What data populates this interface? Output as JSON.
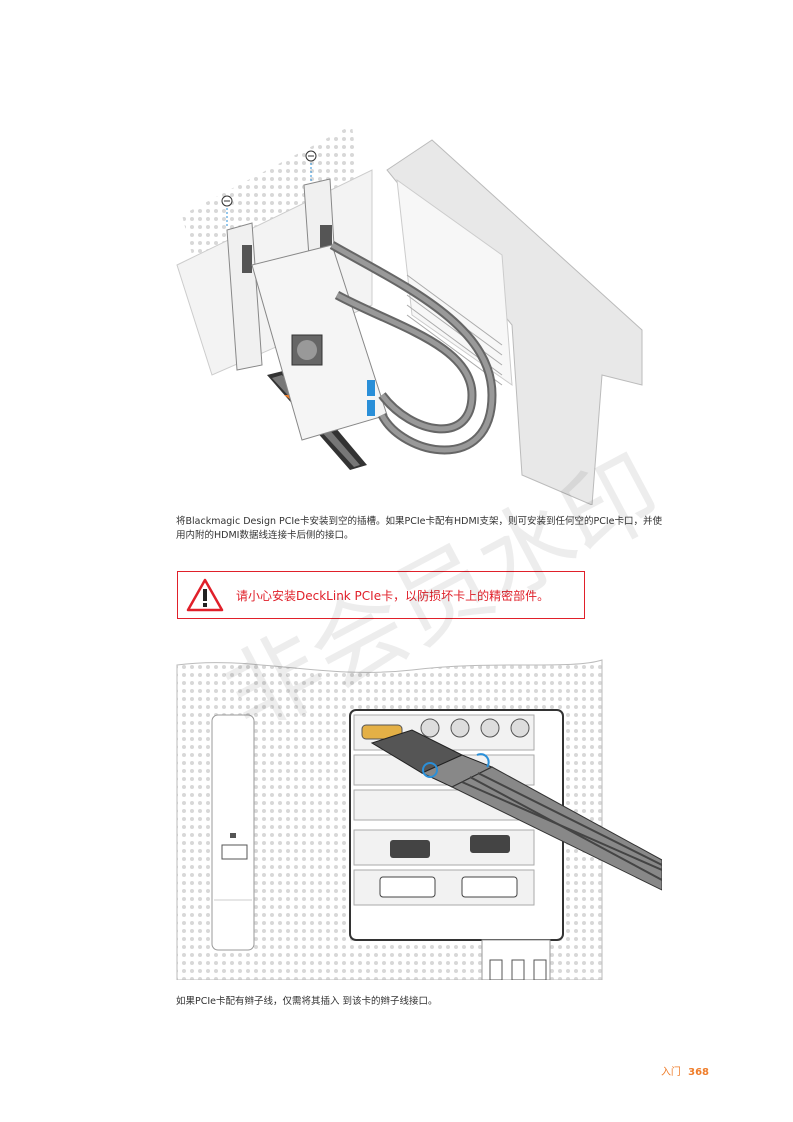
{
  "figures": {
    "top": {
      "alt_hint": "card-installation-illustration"
    },
    "bottom": {
      "alt_hint": "breakout-cable-connection-illustration"
    }
  },
  "captions": {
    "first": "将Blackmagic Design PCIe卡安装到空的插槽。如果PCIe卡配有HDMI支架，则可安装到任何空的PCIe卡口，并使用内附的HDMI数据线连接卡后侧的接口。",
    "second": "如果PCIe卡配有辫子线，仅需将其插入 到该卡的辫子线接口。"
  },
  "warning": {
    "text": "请小心安装DeckLink PCIe卡，以防损坏卡上的精密部件。",
    "color": "#e0202a"
  },
  "watermark": {
    "text": "非会员水印"
  },
  "footer": {
    "section": "入门",
    "page": "368",
    "color": "#ef7d2a"
  }
}
